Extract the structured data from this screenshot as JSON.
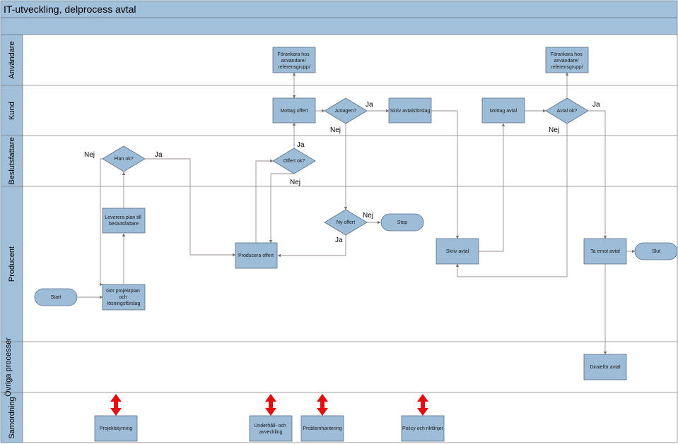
{
  "title": "IT-utveckling, delprocess avtal",
  "lanes": [
    "Användare",
    "Kund",
    "Beslutsfattare",
    "Producent",
    "Övriga processer",
    "Samordning"
  ],
  "nodes": {
    "forankra1": [
      "Förankara hos",
      "användare/",
      "referensgrupp/"
    ],
    "forankra2": [
      "Förankara hos",
      "användare/",
      "referensgrupp/"
    ],
    "mottag_offert": [
      "Mottag offert"
    ],
    "antagen": [
      "Antagen?"
    ],
    "skriv_avtalsforslag": [
      "Skriv avtalsförslag"
    ],
    "mottag_avtal": [
      "Mottag avtal"
    ],
    "avtal_ok": [
      "Avtal  ok?"
    ],
    "plan_ok": [
      "Plan ok?"
    ],
    "offert_ok": [
      "Offert ok?"
    ],
    "leverera": [
      "Leverera plan till",
      "beslutsfattare"
    ],
    "ny_offert": [
      "Ny offert"
    ],
    "stop": [
      "Stop"
    ],
    "producera": [
      "Producera offert"
    ],
    "skriv_avtal": [
      "Skriv avtal"
    ],
    "ta_emot": [
      "Ta emot avtal"
    ],
    "slut": [
      "Slut"
    ],
    "start": [
      "Start"
    ],
    "gor_plan": [
      "Gör projektplan",
      "och",
      "lösningsförslag"
    ],
    "diarie": [
      "Diraieför avtal"
    ],
    "projektstyrning": [
      "Projektstyrning"
    ],
    "underhall": [
      "Underhåll- och",
      "avveckling"
    ],
    "problem": [
      "Problemhantering"
    ],
    "policy": [
      "Policy och riktlinjer"
    ]
  },
  "labels": {
    "ja": "Ja",
    "nej": "Nej"
  },
  "colors": {
    "header": "#a3c0da",
    "box_fill": "#9dbcd8",
    "connector": "#9a8f8a",
    "coordination_arrow": "#e01010"
  }
}
